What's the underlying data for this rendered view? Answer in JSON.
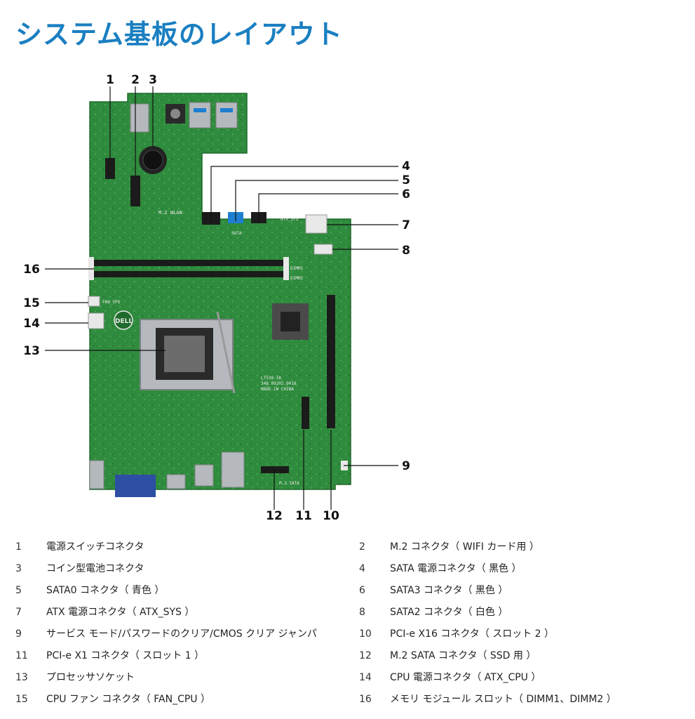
{
  "title": "システム基板のレイアウト",
  "colors": {
    "title": "#1a7fc1",
    "board": "#2f8b3d",
    "board_dark": "#1f6a2c",
    "slot_black": "#1b1b1b",
    "sata_blue": "#1e7fd0",
    "connector_white": "#e8e8e8",
    "silver": "#b5b9bd"
  },
  "board": {
    "m2_wlan_label": "M.2 WLAN",
    "sata_label": "SATA",
    "atx_sys_label": "ATX_SYS",
    "fan_label": "FAN_CPU",
    "dimm1_label": "DIMM1",
    "dimm2_label": "DIMM2",
    "m2_sata_label": "M.2 SATA",
    "chip_text": "LT530-1B\n348.09202.0018\nMADE IN CHINA"
  },
  "callouts": [
    "1",
    "2",
    "3",
    "4",
    "5",
    "6",
    "7",
    "8",
    "9",
    "10",
    "11",
    "12",
    "13",
    "14",
    "15",
    "16"
  ],
  "legend": [
    {
      "num": "1",
      "text": "電源スイッチコネクタ"
    },
    {
      "num": "2",
      "text": "M.2 コネクタ（ WIFI カード用 ）"
    },
    {
      "num": "3",
      "text": "コイン型電池コネクタ"
    },
    {
      "num": "4",
      "text": "SATA 電源コネクタ（ 黒色 ）"
    },
    {
      "num": "5",
      "text": "SATA0 コネクタ（ 青色 ）"
    },
    {
      "num": "6",
      "text": "SATA3 コネクタ（ 黒色 ）"
    },
    {
      "num": "7",
      "text": "ATX 電源コネクタ（ ATX_SYS ）"
    },
    {
      "num": "8",
      "text": "SATA2 コネクタ（ 白色 ）"
    },
    {
      "num": "9",
      "text": "サービス モード/パスワードのクリア/CMOS クリア ジャンパ"
    },
    {
      "num": "10",
      "text": "PCI-e X16 コネクタ（ スロット 2 ）"
    },
    {
      "num": "11",
      "text": "PCI-e X1 コネクタ（ スロット 1 ）"
    },
    {
      "num": "12",
      "text": "M.2 SATA コネクタ（ SSD 用 ）"
    },
    {
      "num": "13",
      "text": "プロセッサソケット"
    },
    {
      "num": "14",
      "text": "CPU 電源コネクタ（ ATX_CPU ）"
    },
    {
      "num": "15",
      "text": "CPU ファン コネクタ（ FAN_CPU ）"
    },
    {
      "num": "16",
      "text": "メモリ モジュール スロット（ DIMM1、DIMM2 ）"
    }
  ]
}
